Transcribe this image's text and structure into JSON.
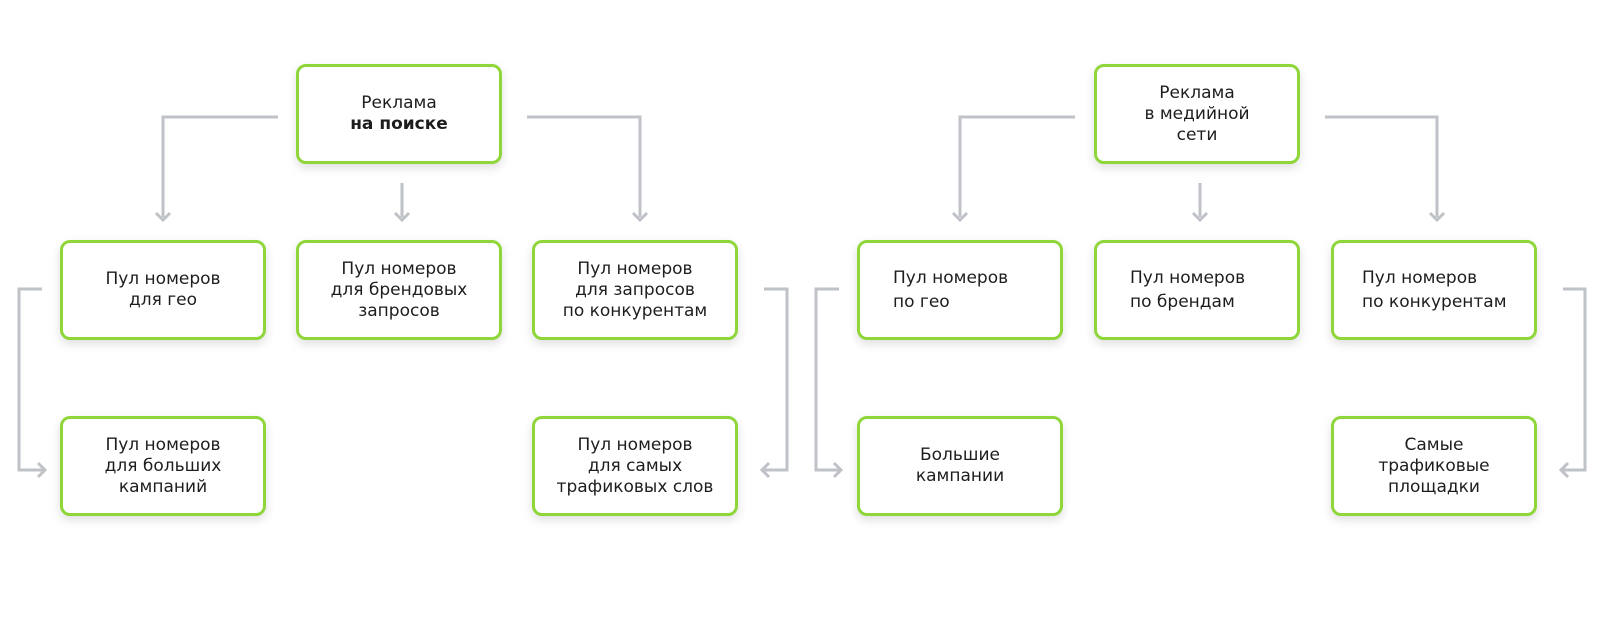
{
  "colors": {
    "border": "#8fd63a",
    "connector": "#bfc2c7",
    "text": "#1d1d1d"
  },
  "search": {
    "root": {
      "line1": "Реклама",
      "line2": "на поиске"
    },
    "geo": "Пул номеров\nдля гео",
    "brand": "Пул номеров\nдля брендовых\nзапросов",
    "competitors": "Пул номеров\nдля запросов\nпо конкурентам",
    "big_campaigns": "Пул номеров\nдля больших\nкампаний",
    "top_words": "Пул номеров\nдля самых\nтрафиковых слов"
  },
  "display": {
    "root": "Реклама\nв медийной\nсети",
    "geo": "Пул номеров\nпо гео",
    "brands": "Пул номеров\nпо брендам",
    "competitors": "Пул номеров\nпо конкурентам",
    "big_campaigns": "Большие\nкампании",
    "top_placements": "Самые\nтрафиковые\nплощадки"
  }
}
